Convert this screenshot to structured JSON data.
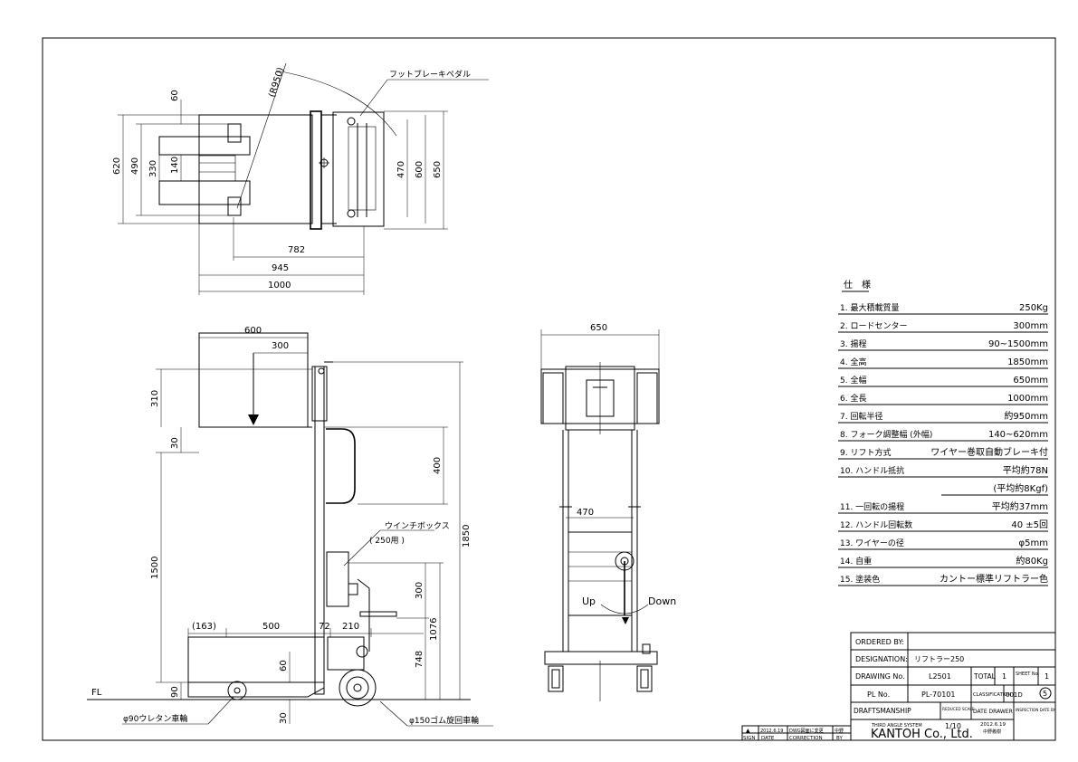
{
  "views": {
    "top": {
      "callout_pedal": "フットブレーキペダル",
      "radius": "(R950)",
      "dims": {
        "d60": "60",
        "d620": "620",
        "d490": "490",
        "d330": "330",
        "d140": "140",
        "d470": "470",
        "d600": "600",
        "d650": "650",
        "d782": "782",
        "d945": "945",
        "d1000": "1000"
      }
    },
    "side": {
      "dims": {
        "d600": "600",
        "d300": "300",
        "d310": "310",
        "d30": "30",
        "d400": "400",
        "d1850": "1850",
        "d1500": "1500",
        "d1076": "1076",
        "d748": "748",
        "d300b": "300",
        "d163": "(163)",
        "d500": "500",
        "d72": "72",
        "d210": "210",
        "d60": "60",
        "d90": "90",
        "d30b": "30"
      },
      "winch_label": "ウインチボックス",
      "winch_sub": "( 250用 )",
      "fl": "FL",
      "wheel_front": "φ90ウレタン車輪",
      "wheel_rear": "φ150ゴム旋回車輪"
    },
    "front": {
      "dims": {
        "d650": "650",
        "d470": "470"
      },
      "up": "Up",
      "down": "Down"
    }
  },
  "spec": {
    "title": "仕　様",
    "rows": [
      {
        "label": "1. 最大積載質量",
        "value": "250Kg"
      },
      {
        "label": "2. ロードセンター",
        "value": "300mm"
      },
      {
        "label": "3. 揚程",
        "value": "90~1500mm"
      },
      {
        "label": "4. 全高",
        "value": "1850mm"
      },
      {
        "label": "5. 全幅",
        "value": "650mm"
      },
      {
        "label": "6. 全長",
        "value": "1000mm"
      },
      {
        "label": "7. 回転半径",
        "value": "約950mm"
      },
      {
        "label": "8. フォーク調整幅 (外幅)",
        "value": "140~620mm"
      },
      {
        "label": "9. リフト方式",
        "value": "ワイヤー巻取自動ブレーキ付"
      },
      {
        "label": "10. ハンドル抵抗",
        "value": "平均約78N"
      },
      {
        "label": "",
        "value": "(平均約8Kgf)"
      },
      {
        "label": "11. 一回転の揚程",
        "value": "平均約37mm"
      },
      {
        "label": "12. ハンドル回転数",
        "value": "40 ±5回"
      },
      {
        "label": "13. ワイヤーの径",
        "value": "φ5mm"
      },
      {
        "label": "14. 自重",
        "value": "約80Kg"
      },
      {
        "label": "15. 塗装色",
        "value": "カントー標準リフトラー色"
      }
    ]
  },
  "title_block": {
    "ordered_by": "ORDERED BY:",
    "designation_label": "DESIGNATION:",
    "designation_value": "リフトラー250",
    "drawing_no_label": "DRAWING No.",
    "drawing_no_value": "L2501",
    "total_label": "TOTAL",
    "total_value": "1",
    "sheet_label": "SHEET No.",
    "sheet_value": "1",
    "pl_no_label": "PL No.",
    "pl_no_value": "PL-70101",
    "classification_label": "CLASSIFICATION",
    "classification_value": "001D",
    "classification_mark": "5",
    "draftsmanship_label": "DRAFTSMANSHIP",
    "reduced_scale_label": "REDUCED SCALE",
    "date_drawer_label": "DATE DRAWER",
    "inspection_label": "INSPECTION DATE BY",
    "third_angle_label": "THIRD ANGLE SYSTEM",
    "scale_value": "1/10",
    "date_value": "2012.6.19",
    "drawer_value": "中野義樹",
    "company": "KANTOH Co., Ltd."
  },
  "revision": {
    "mark": "▲",
    "date": "2012.6.19",
    "correction": "DWG図面に変更",
    "by": "中野",
    "head_sign": "SIGN",
    "head_date": "DATE",
    "head_correction": "CORRECTION",
    "head_by": "BY"
  }
}
